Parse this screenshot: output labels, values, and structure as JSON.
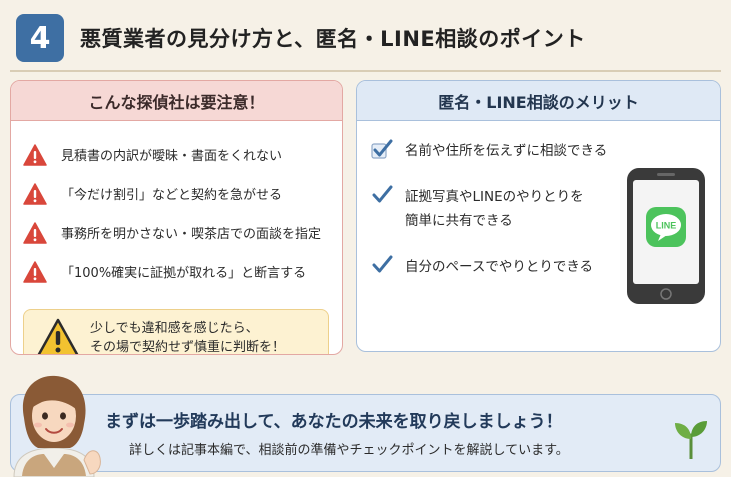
{
  "header": {
    "number": "4",
    "title": "悪質業者の見分け方と、匿名・LINE相談のポイント"
  },
  "warning_panel": {
    "title": "こんな探偵社は要注意！",
    "items": [
      "見積書の内訳が曖昧・書面をくれない",
      "「今だけ割引」などと契約を急がせる",
      "事務所を明かさない・喫茶店での面談を指定",
      "「100%確実に証拠が取れる」と断言する"
    ],
    "caution_line1": "少しでも違和感を感じたら、",
    "caution_line2": "その場で契約せず慎重に判断を！"
  },
  "merit_panel": {
    "title": "匿名・LINE相談のメリット",
    "items": [
      {
        "line1": "名前や住所を伝えずに相談できる",
        "line2": ""
      },
      {
        "line1": "証拠写真やLINEのやりとりを",
        "line2": "簡単に共有できる"
      },
      {
        "line1": "自分のペースでやりとりできる",
        "line2": ""
      }
    ],
    "app_logo_text": "LINE"
  },
  "footer": {
    "main": "まずは一歩踏み出して、あなたの未来を取り戻しましょう！",
    "sub": "詳しくは記事本編で、相談前の準備やチェックポイントを解説しています。"
  },
  "colors": {
    "accent_blue": "#3e6fa3",
    "warning_red": "#d9473b",
    "line_green": "#4cc35c",
    "caution_yellow": "#f2c230"
  }
}
